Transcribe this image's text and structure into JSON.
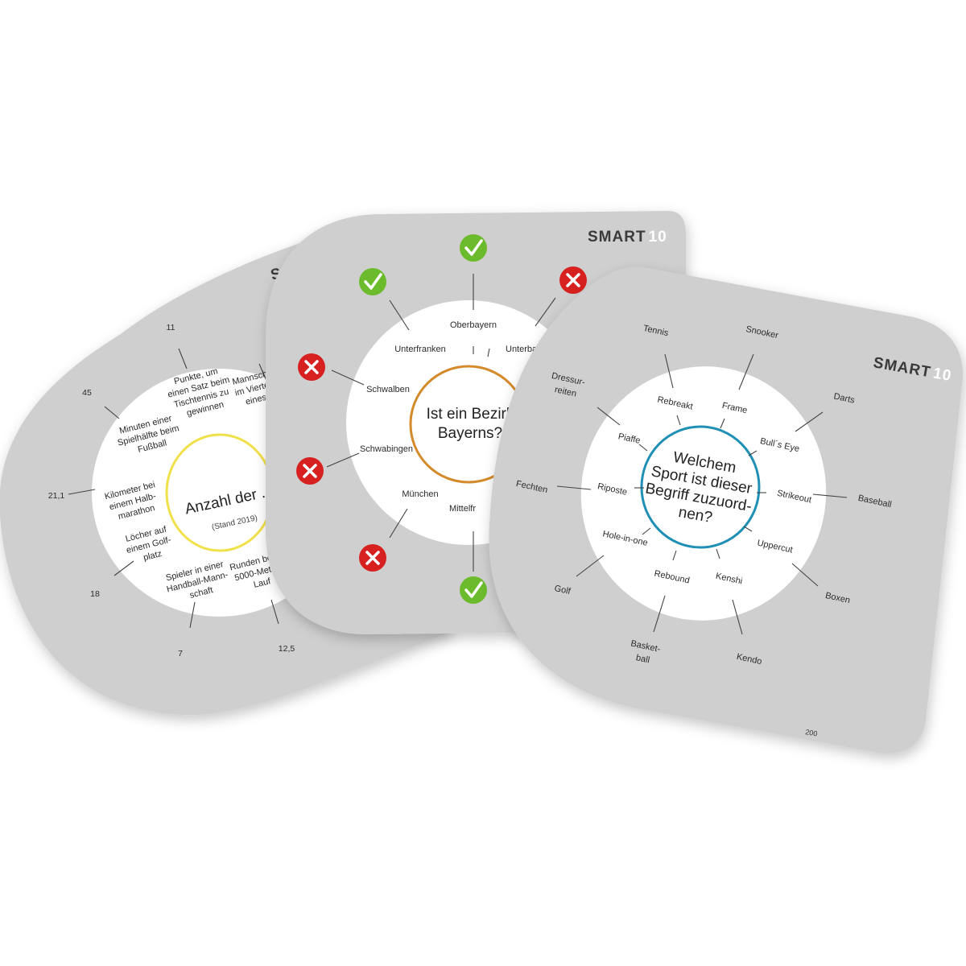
{
  "brand": {
    "name": "SMART",
    "number": "10"
  },
  "colors": {
    "card": "#cfcfcf",
    "inner": "#ffffff",
    "ring_yellow": "#f0e14a",
    "ring_orange": "#d48a2a",
    "ring_blue": "#1f8fb5",
    "check": "#6cbb2c",
    "cross": "#d72020"
  },
  "card_left": {
    "question": "Anzahl der ...",
    "subtitle": "(Stand 2019)",
    "items": [
      {
        "label": "Punkte, um einen Satz beim Tischtennis zu gewinnen",
        "answer": "11"
      },
      {
        "label": "Mannschaft im Vierte eines",
        "answer": ""
      },
      {
        "label": "Minuten einer Spielhälfte beim Fußball",
        "answer": "45"
      },
      {
        "label": "Kilometer bei einem Halb-marathon",
        "answer": "21,1"
      },
      {
        "label": "Löcher auf einem Golf-platz",
        "answer": "18"
      },
      {
        "label": "Spieler in einer Handball-Mann-schaft",
        "answer": "7"
      },
      {
        "label": "Runden beim 5000-Meter-Lauf",
        "answer": "12,5"
      }
    ]
  },
  "card_middle": {
    "question_line1": "Ist ein Bezirk",
    "question_line2": "Bayerns?",
    "items": [
      {
        "label": "Oberbayern",
        "mark": "check"
      },
      {
        "label": "Unterfranken",
        "mark": "check"
      },
      {
        "label": "Unterba",
        "mark": "cross"
      },
      {
        "label": "Schwalben",
        "mark": "cross"
      },
      {
        "label": "Schwabingen",
        "mark": "cross"
      },
      {
        "label": "München",
        "mark": "cross"
      },
      {
        "label": "Mittelfr",
        "mark": "check"
      }
    ]
  },
  "card_right": {
    "question_line1": "Welchem",
    "question_line2": "Sport ist dieser",
    "question_line3": "Begriff zuzuord-",
    "question_line4": "nen?",
    "items": [
      {
        "label": "Rebreakt",
        "answer": "Tennis"
      },
      {
        "label": "Frame",
        "answer": "Snooker"
      },
      {
        "label": "Bull´s Eye",
        "answer": "Darts"
      },
      {
        "label": "Strikeout",
        "answer": "Baseball"
      },
      {
        "label": "Uppercut",
        "answer": "Boxen"
      },
      {
        "label": "Kenshi",
        "answer": "Kendo"
      },
      {
        "label": "Rebound",
        "answer": "Basket-ball"
      },
      {
        "label": "Hole-in-one",
        "answer": "Golf"
      },
      {
        "label": "Riposte",
        "answer": "Fechten"
      },
      {
        "label": "Piaffe",
        "answer": "Dressur-reiten"
      }
    ],
    "card_number": "200"
  }
}
